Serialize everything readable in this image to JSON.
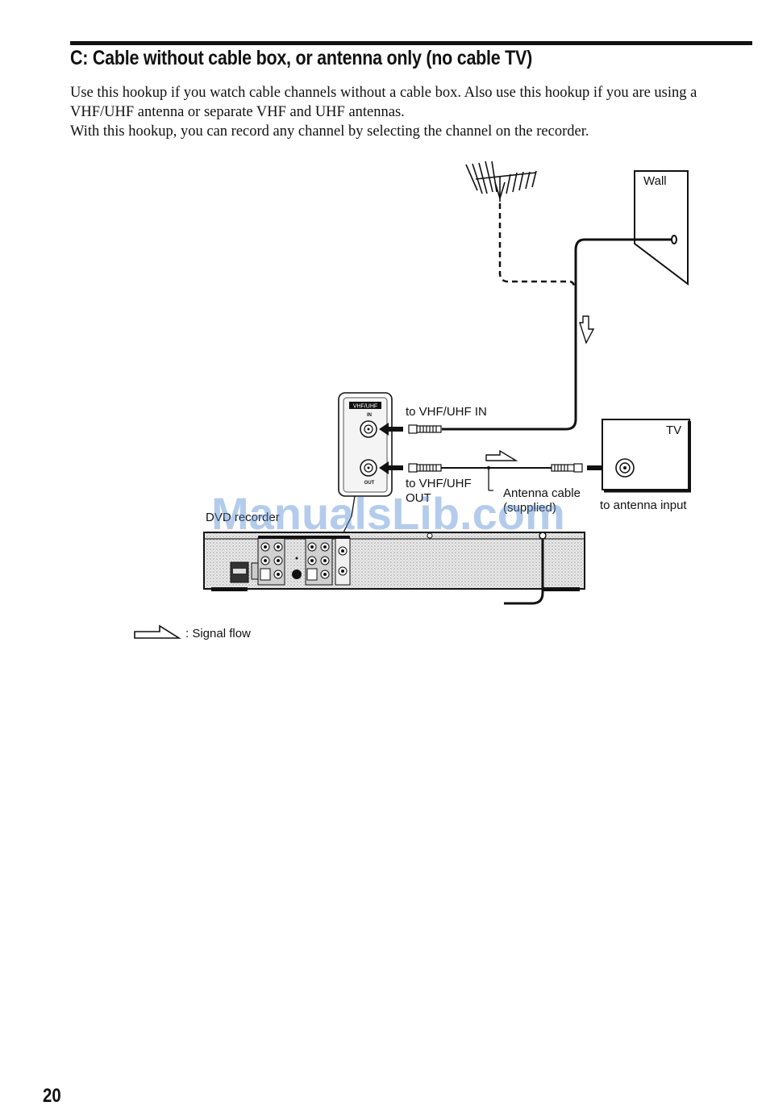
{
  "section": {
    "title": "C: Cable without cable box, or antenna only (no cable TV)",
    "paragraph_1": "Use this hookup if you watch cable channels without a cable box. Also use this hookup if you are using a VHF/UHF antenna or separate VHF and UHF antennas.",
    "paragraph_2": "With this hookup, you can record any channel by selecting the channel on the recorder."
  },
  "diagram": {
    "wall_label": "Wall",
    "tv_label": "TV",
    "panel_label": "VHF/UHF",
    "panel_in": "IN",
    "panel_out": "OUT",
    "to_vhf_in": "to VHF/UHF IN",
    "to_vhf_out_line1": "to VHF/UHF",
    "to_vhf_out_line2": "OUT",
    "antenna_cable_line1": "Antenna cable",
    "antenna_cable_line2": "(supplied)",
    "to_antenna_input": "to antenna input",
    "recorder_label": "DVD recorder",
    "legend": ": Signal flow",
    "watermark": "ManualsLib.com"
  },
  "page_number": "20"
}
